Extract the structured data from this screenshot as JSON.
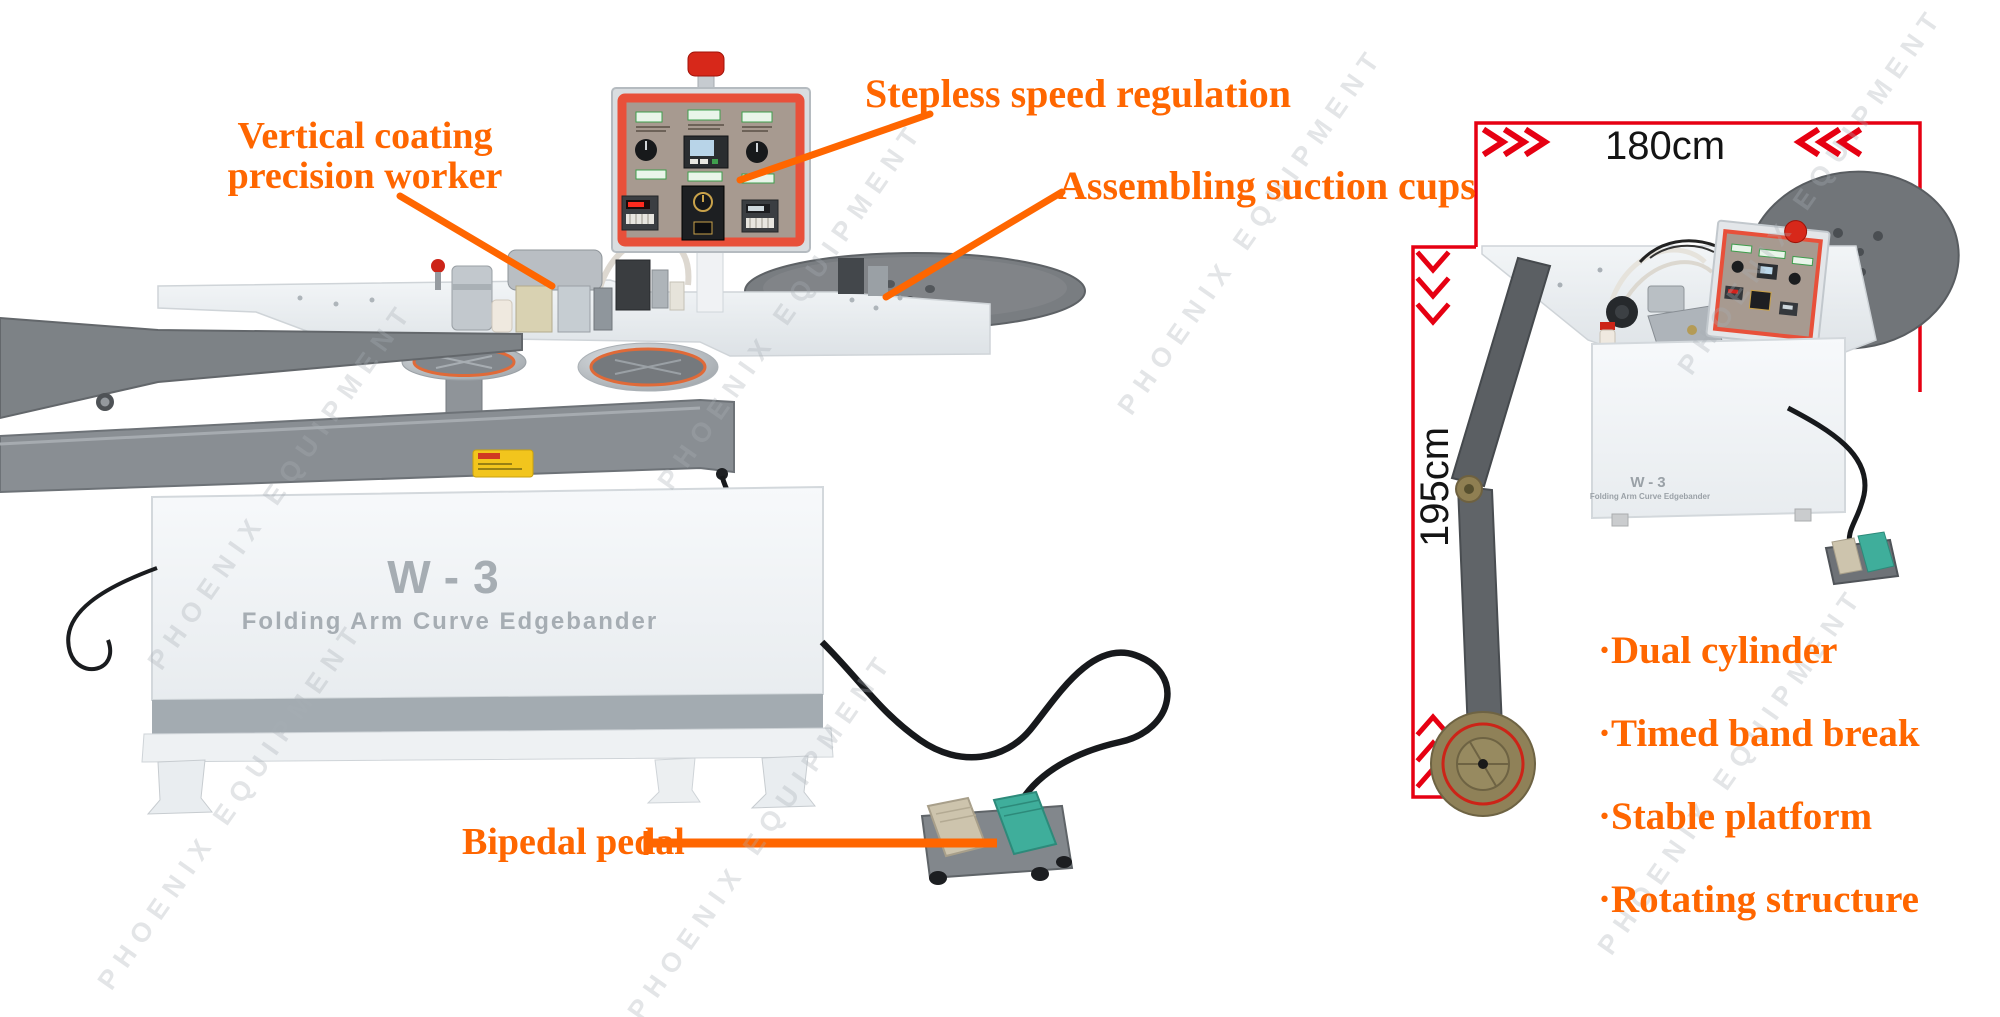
{
  "machine": {
    "model": "W-3",
    "tagline": "Folding Arm Curve Edgebander"
  },
  "callouts": {
    "vertical_coating_line1": "Vertical coating",
    "vertical_coating_line2": "precision worker",
    "stepless": "Stepless speed regulation",
    "suction_cups": "Assembling suction cups",
    "bipedal": "Bipedal pedal"
  },
  "features": [
    {
      "label": "·Dual cylinder"
    },
    {
      "label": "·Timed band break"
    },
    {
      "label": "·Stable platform"
    },
    {
      "label": "·Rotating structure"
    }
  ],
  "dimensions": {
    "width": "180cm",
    "height": "195cm"
  },
  "watermark": "PHOENIX EQUIPMENT",
  "colors": {
    "callout_orange": "#ff6600",
    "dimension_red": "#e60012",
    "model_gray": "#a6adb3"
  }
}
